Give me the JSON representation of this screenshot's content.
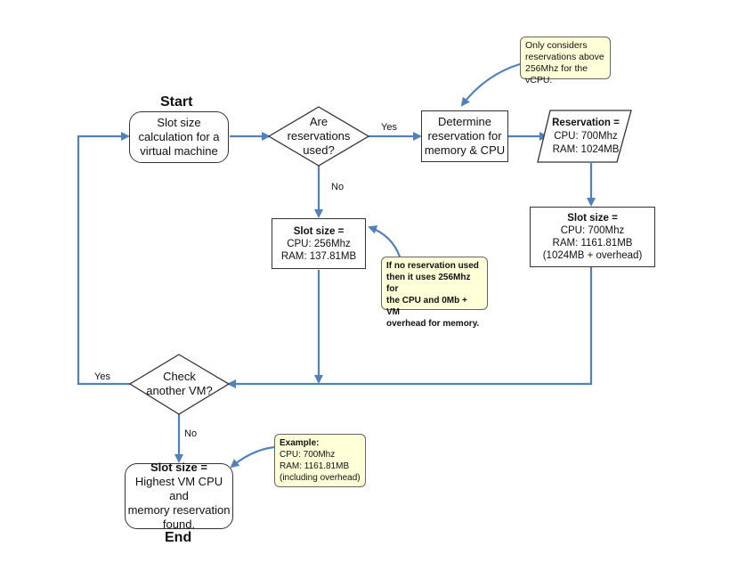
{
  "titles": {
    "start": "Start",
    "end": "End"
  },
  "nodes": {
    "slot_calc": [
      "Slot size",
      "calculation for a",
      "virtual machine"
    ],
    "are_reservations": [
      "Are",
      "reservations",
      "used?"
    ],
    "determine": [
      "Determine",
      "reservation for",
      "memory & CPU"
    ],
    "reservation": {
      "heading": "Reservation =",
      "lines": [
        "CPU: 700Mhz",
        "RAM: 1024MB"
      ]
    },
    "slot_default": {
      "heading": "Slot size =",
      "lines": [
        "CPU: 256Mhz",
        "RAM: 137.81MB"
      ]
    },
    "slot_reserved": {
      "heading": "Slot size =",
      "lines": [
        "CPU: 700Mhz",
        "RAM: 1161.81MB",
        "(1024MB + overhead)"
      ]
    },
    "check_vm": [
      "Check",
      "another VM?"
    ],
    "slot_final": {
      "heading": "Slot size =",
      "lines": [
        "Highest VM CPU and",
        "memory reservation",
        "found."
      ]
    }
  },
  "notes": {
    "above_256": [
      "Only considers",
      "reservations above",
      "256Mhz for the vCPU."
    ],
    "no_reservation": [
      "If no reservation used",
      "then it uses 256Mhz for",
      "the CPU and 0Mb + VM",
      "overhead for memory."
    ],
    "example": {
      "heading": "Example:",
      "lines": [
        "CPU: 700Mhz",
        "RAM: 1161.81MB",
        "(including overhead)"
      ]
    }
  },
  "edge_labels": {
    "yes_right": "Yes",
    "no_down": "No",
    "yes_left": "Yes",
    "no_end": "No"
  },
  "colors": {
    "arrow": "#4f81bd",
    "note_fill": "#ffffd8",
    "border": "#333333"
  }
}
